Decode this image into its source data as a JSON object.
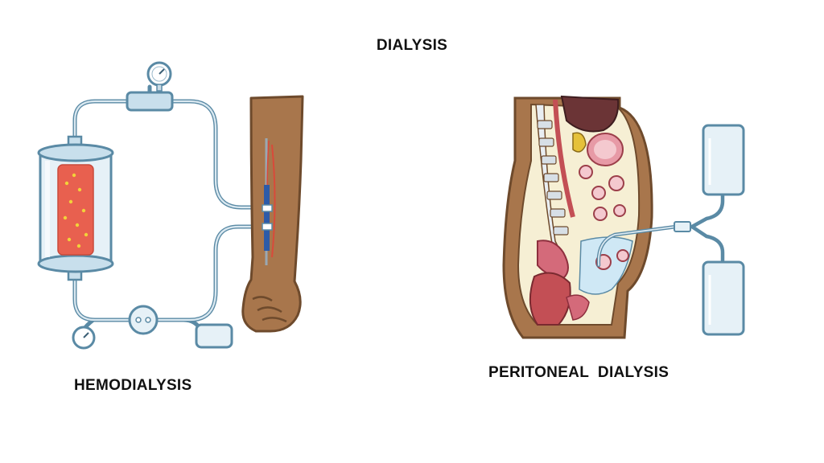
{
  "title": "DIALYSIS",
  "hemodialysis": {
    "label": "HEMODIALYSIS"
  },
  "peritoneal": {
    "label": "PERITONEAL  DIALYSIS"
  },
  "colors": {
    "outline": "#5a8aa5",
    "tube": "#dbe9f1",
    "blood": "#e8604f",
    "skin": "#a8764c",
    "organ_red": "#c34f55",
    "organ_pink": "#e79aa6",
    "bone": "#e9eef2",
    "fluid": "#cfe8f5"
  }
}
